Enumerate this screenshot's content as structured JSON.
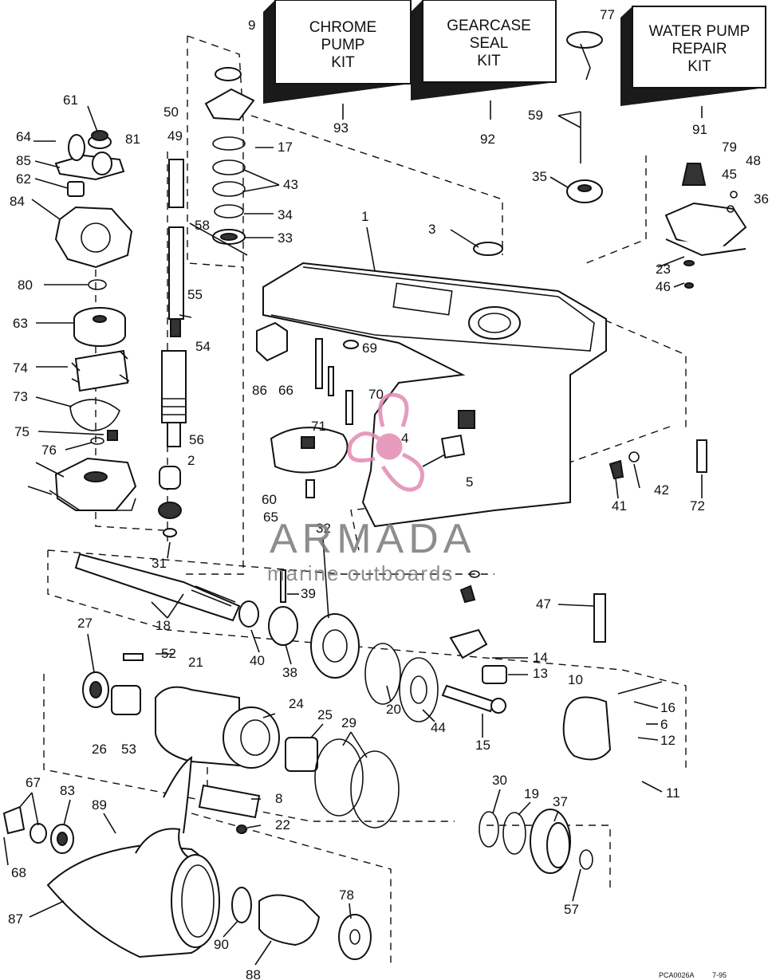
{
  "kits": [
    {
      "id": "chrome-pump",
      "lines": [
        "CHROME",
        "PUMP",
        "KIT"
      ],
      "ref": "93"
    },
    {
      "id": "gearcase-seal",
      "lines": [
        "GEARCASE",
        "SEAL",
        "KIT"
      ],
      "ref": "92"
    },
    {
      "id": "water-pump-repair",
      "lines": [
        "WATER PUMP",
        "REPAIR",
        "KIT"
      ],
      "ref": "91"
    }
  ],
  "callouts": [
    "9",
    "77",
    "50",
    "49",
    "61",
    "64",
    "85",
    "81",
    "62",
    "84",
    "17",
    "43",
    "34",
    "33",
    "58",
    "59",
    "35",
    "1",
    "3",
    "79",
    "45",
    "48",
    "36",
    "23",
    "46",
    "80",
    "55",
    "54",
    "63",
    "74",
    "73",
    "75",
    "76",
    "56",
    "2",
    "86",
    "66",
    "69",
    "70",
    "71",
    "4",
    "5",
    "60",
    "65",
    "42",
    "41",
    "72",
    "32",
    "31",
    "39",
    "18",
    "40",
    "38",
    "47",
    "27",
    "52",
    "21",
    "14",
    "13",
    "10",
    "16",
    "6",
    "12",
    "26",
    "53",
    "24",
    "25",
    "29",
    "20",
    "44",
    "15",
    "11",
    "67",
    "83",
    "89",
    "8",
    "22",
    "30",
    "19",
    "37",
    "68",
    "87",
    "90",
    "78",
    "57",
    "88"
  ],
  "watermark": {
    "brand": "ARMADA",
    "tagline": "marine outboards"
  },
  "footer": {
    "code": "PCA0026A",
    "date": "7-95"
  }
}
